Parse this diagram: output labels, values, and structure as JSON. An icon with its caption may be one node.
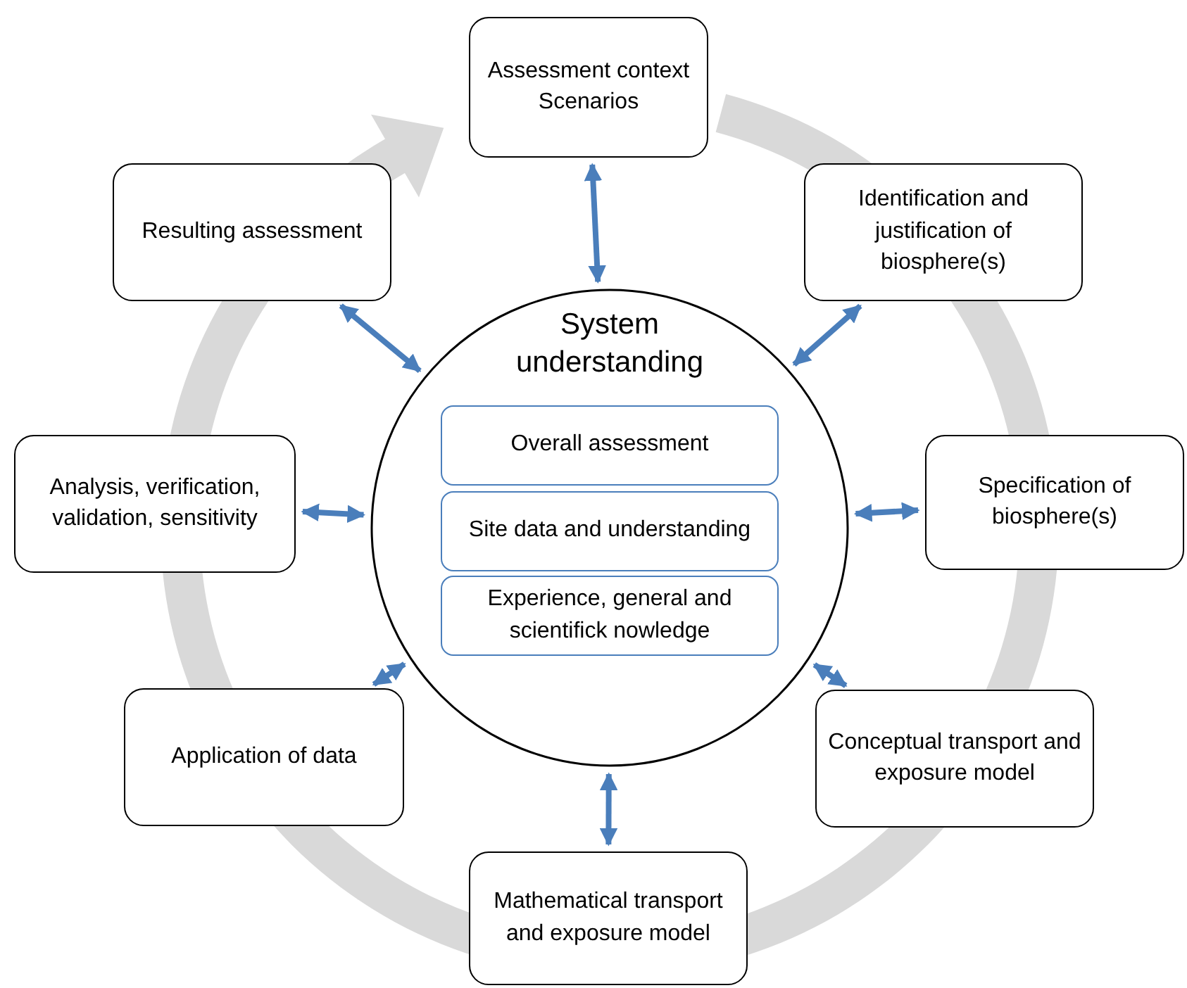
{
  "diagram": {
    "nodes": [
      {
        "text": [
          "Assessment context",
          "Scenarios"
        ]
      },
      {
        "text": [
          "Identification and justification of biosphere(s)"
        ]
      },
      {
        "text": [
          "Resulting assessment"
        ]
      },
      {
        "text": [
          "System understanding"
        ]
      },
      {
        "text": [
          "Overall assessment"
        ],
        "in": 3
      },
      {
        "text": [
          "Site data and understanding"
        ],
        "in": 3
      },
      {
        "text": [
          "Experience, general and scientifick nowledge"
        ],
        "in": 3
      },
      {
        "text": [
          "Analysis, verification, validation, sensitivity"
        ]
      },
      {
        "text": [
          "Specification of biosphere(s)"
        ]
      },
      {
        "text": [
          "Application of data"
        ]
      },
      {
        "text": [
          "Conceptual transport and exposure model"
        ]
      },
      {
        "text": [
          "Mathematical transport and exposure model"
        ]
      }
    ],
    "edges": [
      {
        "from": 0,
        "to": 3,
        "arrow": "both"
      },
      {
        "from": 1,
        "to": 3,
        "arrow": "both"
      },
      {
        "from": 2,
        "to": 3,
        "arrow": "both"
      },
      {
        "from": 7,
        "to": 3,
        "arrow": "both"
      },
      {
        "from": 8,
        "to": 3,
        "arrow": "both"
      },
      {
        "from": 9,
        "to": 3,
        "arrow": "both"
      },
      {
        "from": 10,
        "to": 3,
        "arrow": "both"
      },
      {
        "from": 11,
        "to": 3,
        "arrow": "both"
      }
    ]
  }
}
